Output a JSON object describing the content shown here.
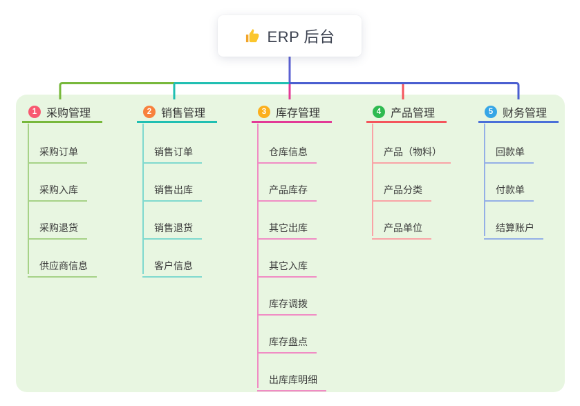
{
  "root": {
    "title": "ERP 后台",
    "icon": "thumbs-up-icon",
    "icon_colors": {
      "hand": "#fbc62d",
      "cuff": "#f1a42b"
    }
  },
  "colors": {
    "root_connector": "#5b60d2",
    "bus_blue": "#4a5ed0",
    "panel_bg": "#e8f6e1",
    "title_text": "#333333",
    "child_text": "#3a3a3a"
  },
  "branches": [
    {
      "key": "purchase",
      "badge": "1",
      "title": "采购管理",
      "badge_color": "#f85870",
      "line_color": "#77b83b",
      "child_line_color": "#a6d287",
      "children": [
        "采购订单",
        "采购入库",
        "采购退货",
        "供应商信息"
      ]
    },
    {
      "key": "sales",
      "badge": "2",
      "title": "销售管理",
      "badge_color": "#f8813d",
      "line_color": "#20bfb2",
      "child_line_color": "#7fd9ce",
      "children": [
        "销售订单",
        "销售出库",
        "销售退货",
        "客户信息"
      ]
    },
    {
      "key": "inventory",
      "badge": "3",
      "title": "库存管理",
      "badge_color": "#fcaf1c",
      "line_color": "#e23a96",
      "child_line_color": "#f08cc4",
      "children": [
        "仓库信息",
        "产品库存",
        "其它出库",
        "其它入库",
        "库存调拨",
        "库存盘点",
        "出库库明细"
      ]
    },
    {
      "key": "product",
      "badge": "4",
      "title": "产品管理",
      "badge_color": "#2eba50",
      "line_color": "#f4555c",
      "child_line_color": "#f9a3a6",
      "children": [
        "产品（物料）",
        "产品分类",
        "产品单位"
      ]
    },
    {
      "key": "finance",
      "badge": "5",
      "title": "财务管理",
      "badge_color": "#36a6e6",
      "line_color": "#4a6fd8",
      "child_line_color": "#94afe6",
      "children": [
        "回款单",
        "付款单",
        "结算账户"
      ]
    }
  ]
}
